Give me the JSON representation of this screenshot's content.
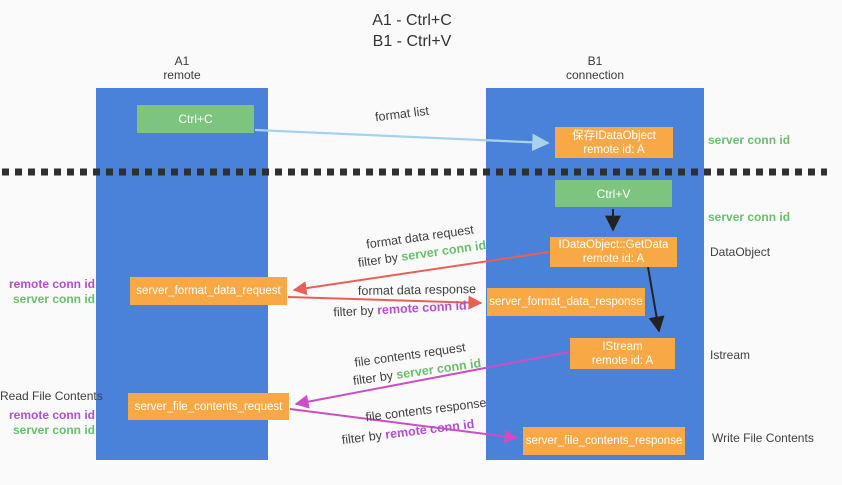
{
  "title": {
    "line1": "A1 - Ctrl+C",
    "line2": "B1 - Ctrl+V"
  },
  "columns": {
    "a1": {
      "name": "A1",
      "role": "remote"
    },
    "b1": {
      "name": "B1",
      "role": "connection"
    }
  },
  "boxes": {
    "ctrl_c": "Ctrl+C",
    "ctrl_v": "Ctrl+V",
    "save_idataobject": {
      "line1": "保存IDataObject",
      "line2": "remote id: A"
    },
    "getdata": {
      "line1": "IDataObject::GetData",
      "line2": "remote id: A"
    },
    "istream": {
      "line1": "IStream",
      "line2": "remote id: A"
    },
    "format_request": "server_format_data_request",
    "format_response": "server_format_data_response",
    "file_request": "server_file_contents_request",
    "file_response": "server_file_contents_response"
  },
  "side_labels": {
    "right": {
      "server_conn_id_1": "server conn id",
      "server_conn_id_2": "server conn id",
      "dataobject": "DataObject",
      "istream": "Istream",
      "write_file": "Write File Contents"
    },
    "left": {
      "remote_conn_id_1": "remote conn id",
      "server_conn_id_1": "server conn id",
      "read_file": "Read File Contents",
      "remote_conn_id_2": "remote conn id",
      "server_conn_id_2": "server conn id"
    }
  },
  "arrow_labels": {
    "format_list": "format list",
    "format_data_request": "format data request",
    "filter_by_1": "filter by ",
    "filter_server_1": "server conn id",
    "format_data_response": "format data response",
    "filter_by_2": "filter by ",
    "filter_remote_1": "remote conn id",
    "file_contents_request": "file contents request",
    "filter_by_3": "filter by ",
    "filter_server_2": "server conn id",
    "file_contents_response": "file contents response",
    "filter_by_4": "filter by ",
    "filter_remote_2": "remote conn id"
  },
  "colors": {
    "column-blue": "#4b82d9",
    "box-green": "#7dc47e",
    "box-orange": "#f8a844",
    "arrow-lightblue": "#a6d2ee",
    "arrow-red": "#e85f58",
    "arrow-magenta": "#c94fc4",
    "arrow-black": "#222222",
    "text-green": "#6abf6e",
    "text-purple": "#b14fd0",
    "text-dark": "#404040",
    "background": "#fafafa"
  }
}
